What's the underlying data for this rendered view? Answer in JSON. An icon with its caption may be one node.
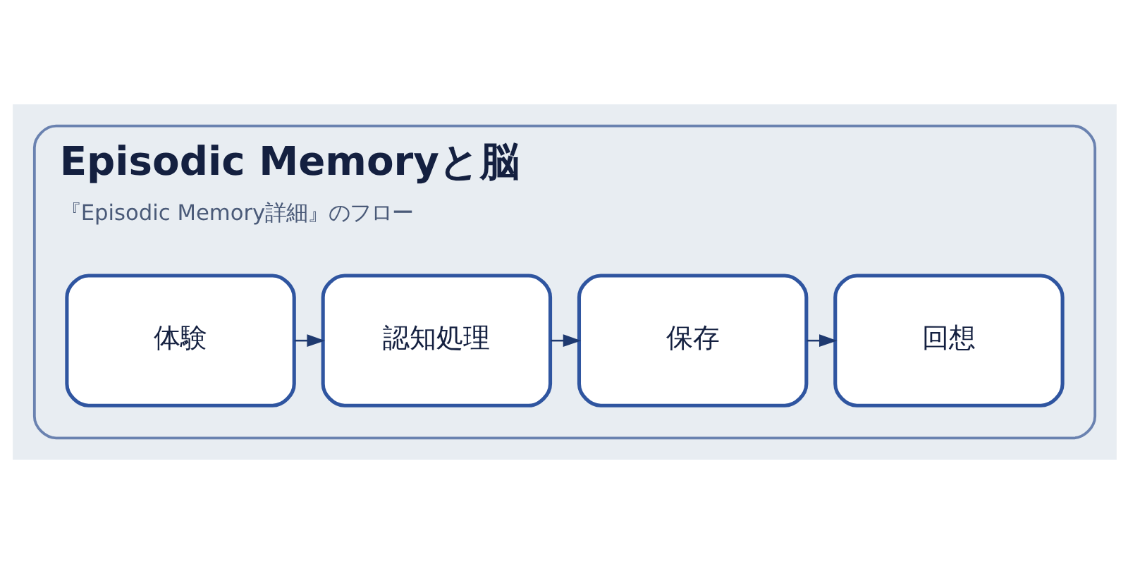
{
  "diagram": {
    "nodes": [
      {
        "text": [
          "Episodic Memoryと脳",
          "『Episodic Memory詳細』のフロー"
        ]
      },
      {
        "text": [
          "体験"
        ],
        "in": 0
      },
      {
        "text": [
          "認知処理"
        ],
        "in": 0
      },
      {
        "text": [
          "保存"
        ],
        "in": 0
      },
      {
        "text": [
          "回想"
        ],
        "in": 0
      }
    ],
    "edges": [
      {
        "from": 1,
        "to": 2,
        "arrow": "to"
      },
      {
        "from": 2,
        "to": 3,
        "arrow": "to"
      },
      {
        "from": 3,
        "to": 4,
        "arrow": "to"
      }
    ]
  }
}
